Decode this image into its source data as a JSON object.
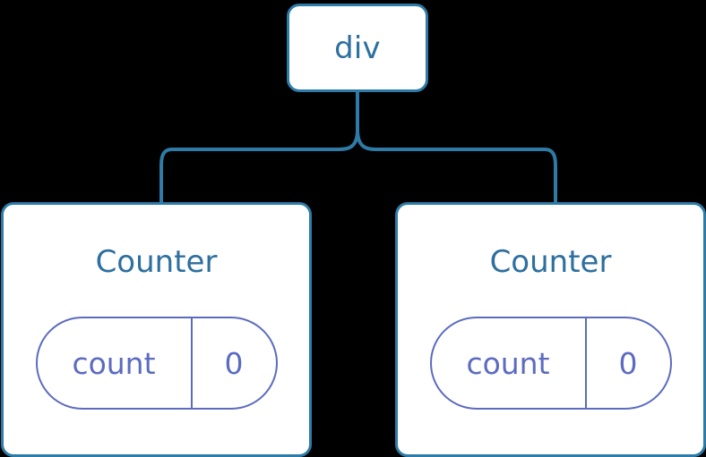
{
  "diagram": {
    "type": "component-tree",
    "background_color": "#000000",
    "node_border_color": "#2d7ba6",
    "node_fill_color": "#ffffff",
    "node_text_color": "#2d6f9e",
    "connector_color": "#2d7ba6",
    "state_accent_color": "#5c6bc0"
  },
  "root": {
    "label": "div"
  },
  "children": [
    {
      "label": "Counter",
      "state": {
        "key": "count",
        "value": "0"
      }
    },
    {
      "label": "Counter",
      "state": {
        "key": "count",
        "value": "0"
      }
    }
  ]
}
